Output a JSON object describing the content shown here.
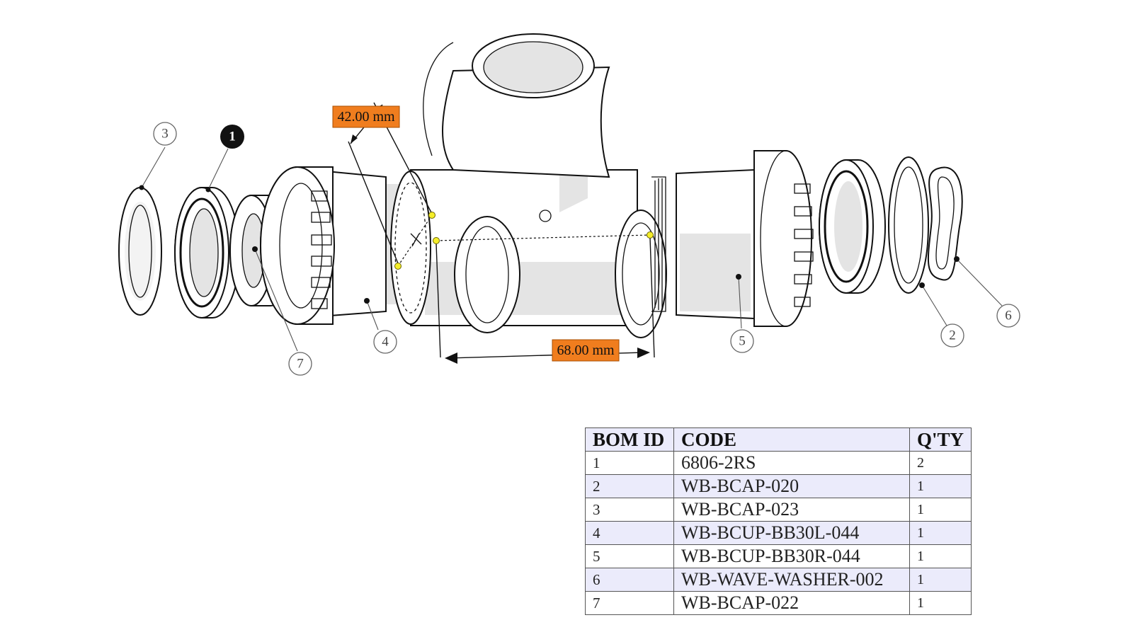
{
  "callouts": {
    "c1": "1",
    "c2": "2",
    "c3": "3",
    "c4": "4",
    "c5": "5",
    "c6": "6",
    "c7": "7"
  },
  "dimensions": {
    "angled": "42.00 mm",
    "horizontal": "68.00 mm"
  },
  "colors": {
    "dimension_label": "#f07d1e",
    "pick_point": "#f5ee2a",
    "table_stripe": "#ebebfb"
  },
  "bom": {
    "headers": [
      "BOM ID",
      "CODE",
      "Q'TY"
    ],
    "rows": [
      [
        "1",
        "6806-2RS",
        "2"
      ],
      [
        "2",
        "WB-BCAP-020",
        "1"
      ],
      [
        "3",
        "WB-BCAP-023",
        "1"
      ],
      [
        "4",
        "WB-BCUP-BB30L-044",
        "1"
      ],
      [
        "5",
        "WB-BCUP-BB30R-044",
        "1"
      ],
      [
        "6",
        "WB-WAVE-WASHER-002",
        "1"
      ],
      [
        "7",
        "WB-BCAP-022",
        "1"
      ]
    ]
  }
}
